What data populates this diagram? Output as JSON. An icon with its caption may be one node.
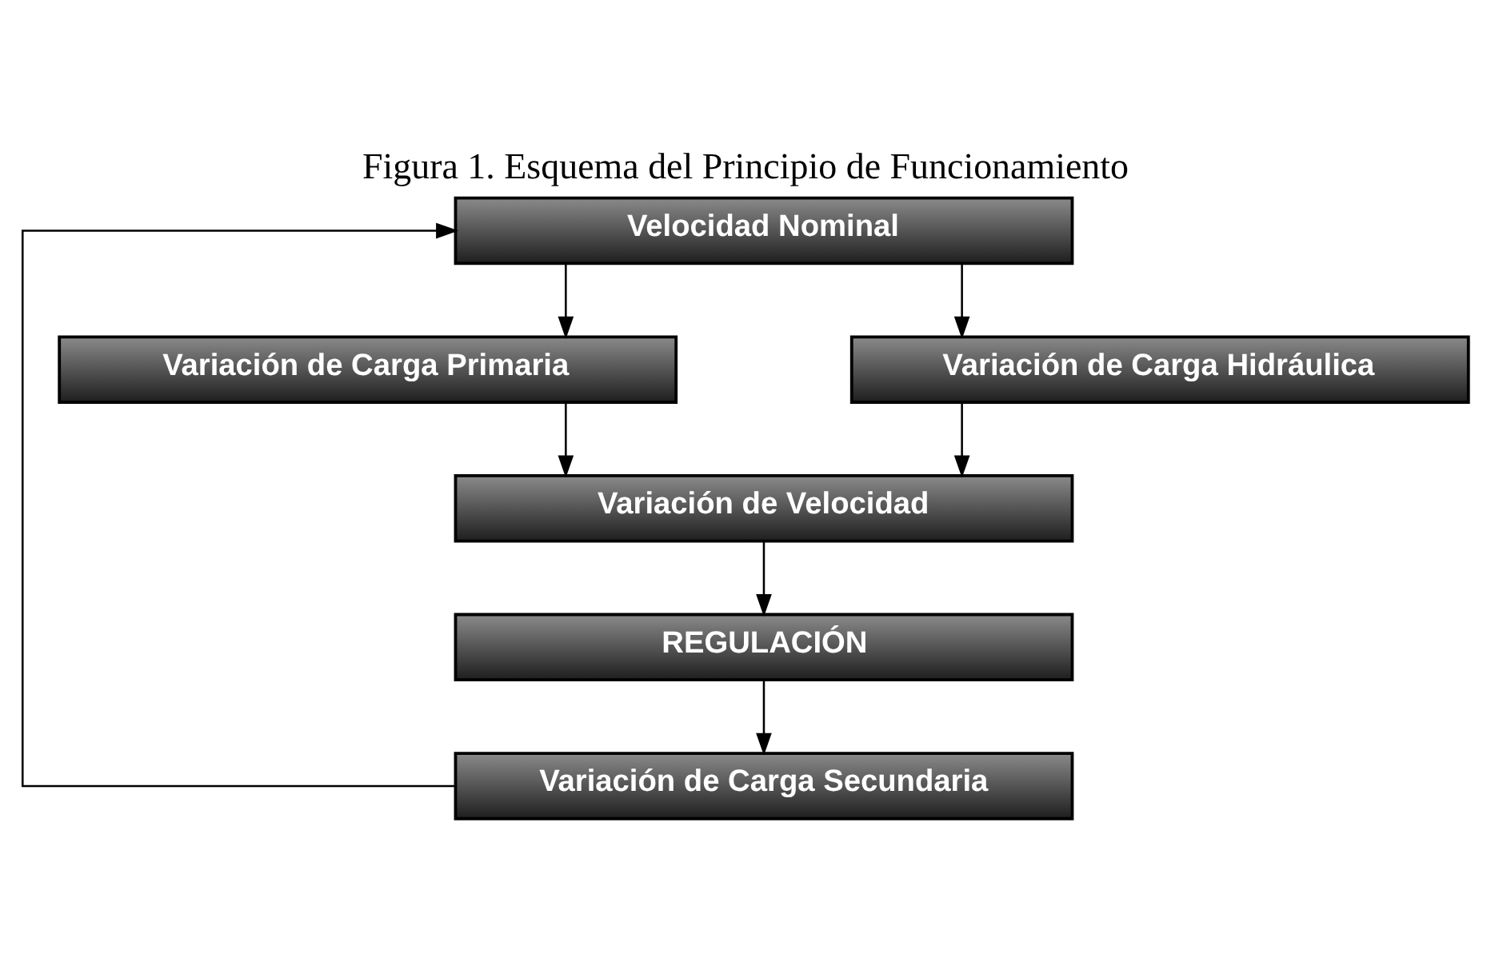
{
  "diagram": {
    "title": "Figura 1. Esquema del Principio de Funcionamiento",
    "nodes": [
      {
        "text": [
          "Velocidad Nominal"
        ]
      },
      {
        "text": [
          "Variación de Carga Primaria"
        ]
      },
      {
        "text": [
          "Variación de Carga Hidráulica"
        ]
      },
      {
        "text": [
          "Variación de Velocidad"
        ]
      },
      {
        "text": [
          "REGULACIÓN"
        ]
      },
      {
        "text": [
          "Variación de Carga Secundaria"
        ]
      }
    ],
    "edges": [
      {
        "from": 0,
        "to": 1,
        "arrow": "to"
      },
      {
        "from": 0,
        "to": 2,
        "arrow": "to"
      },
      {
        "from": 1,
        "to": 3,
        "arrow": "to"
      },
      {
        "from": 2,
        "to": 3,
        "arrow": "to"
      },
      {
        "from": 3,
        "to": 4,
        "arrow": "to"
      },
      {
        "from": 4,
        "to": 5,
        "arrow": "to"
      },
      {
        "from": 5,
        "to": 0,
        "arrow": "to"
      }
    ]
  }
}
